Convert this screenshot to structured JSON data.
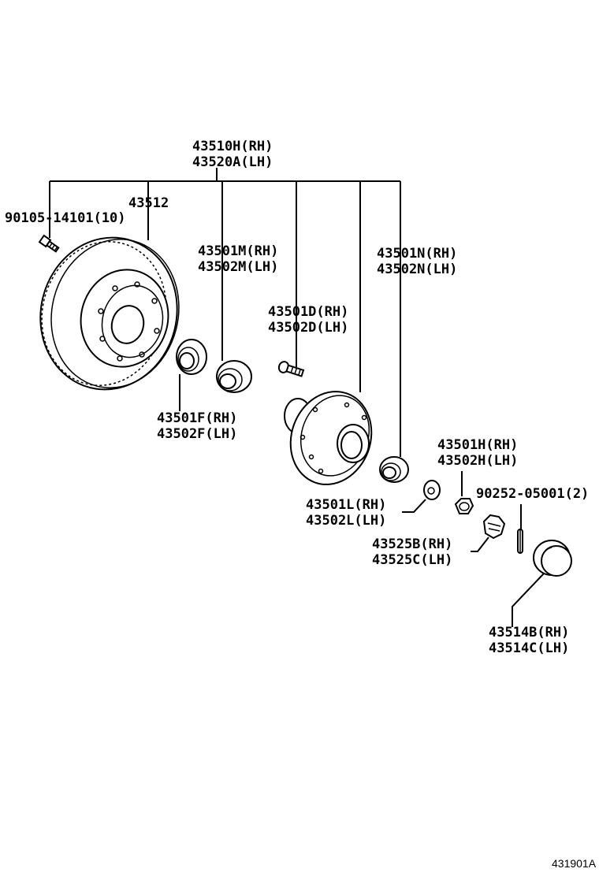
{
  "assembly": {
    "part_rh": "43510H(RH)",
    "part_lh": "43520A(LH)"
  },
  "parts": {
    "bolt": {
      "label": "90105-14101(10)",
      "icon": "bolt-icon"
    },
    "rotor": {
      "label": "43512",
      "icon": "brake-rotor-icon"
    },
    "inner_seal": {
      "rh": "43501F(RH)",
      "lh": "43502F(LH)",
      "icon": "oil-seal-icon"
    },
    "inner_bearing": {
      "rh": "43501M(RH)",
      "lh": "43502M(LH)",
      "icon": "bearing-icon"
    },
    "hub_bolt": {
      "rh": "43501D(RH)",
      "lh": "43502D(LH)",
      "icon": "hub-bolt-icon"
    },
    "outer_bearing": {
      "rh": "43501N(RH)",
      "lh": "43502N(LH)",
      "icon": "bearing-icon"
    },
    "washer": {
      "rh": "43501L(RH)",
      "lh": "43502L(LH)",
      "icon": "washer-icon"
    },
    "nut": {
      "rh": "43501H(RH)",
      "lh": "43502H(LH)",
      "icon": "nut-icon"
    },
    "cotter_pin": {
      "label": "90252-05001(2)",
      "icon": "cotter-pin-icon"
    },
    "lock_cap": {
      "rh": "43525B(RH)",
      "lh": "43525C(LH)",
      "icon": "nut-lock-icon"
    },
    "grease_cap": {
      "rh": "43514B(RH)",
      "lh": "43514C(LH)",
      "icon": "grease-cap-icon"
    }
  },
  "diagram_code": "431901A"
}
